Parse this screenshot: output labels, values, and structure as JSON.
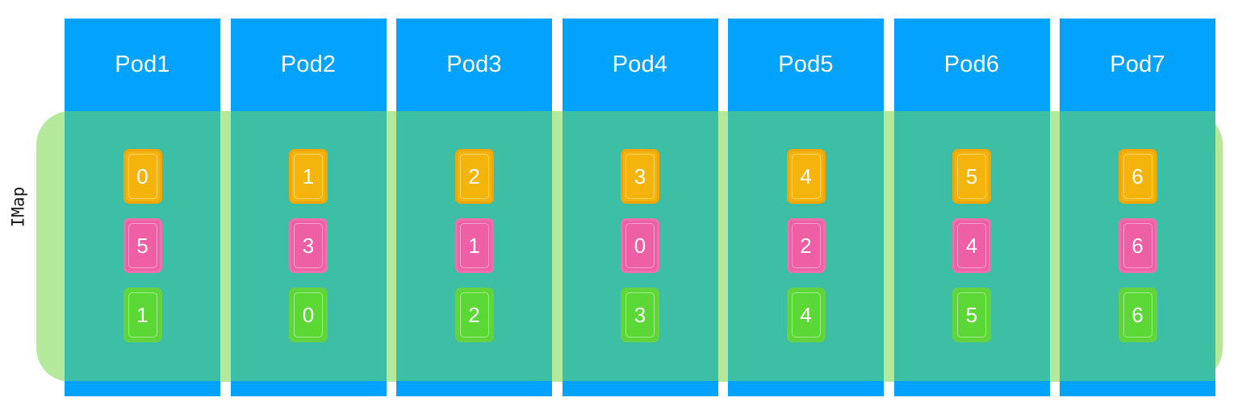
{
  "diagram": {
    "axis_label": "IMap",
    "band_color": "#b4e89b",
    "column_body_color": "#3cbfa4",
    "header_color": "#02a2fd",
    "card_colors": {
      "row_a": "#f5b40b",
      "row_b": "#ee5fa6",
      "row_c": "#5cd836"
    },
    "row_keys": [
      "row_a",
      "row_b",
      "row_c"
    ],
    "pods": [
      {
        "label": "Pod1",
        "cards": [
          {
            "value": "0",
            "kind": "kind-a"
          },
          {
            "value": "5",
            "kind": "kind-b"
          },
          {
            "value": "1",
            "kind": "kind-c"
          }
        ]
      },
      {
        "label": "Pod2",
        "cards": [
          {
            "value": "1",
            "kind": "kind-a"
          },
          {
            "value": "3",
            "kind": "kind-b"
          },
          {
            "value": "0",
            "kind": "kind-c"
          }
        ]
      },
      {
        "label": "Pod3",
        "cards": [
          {
            "value": "2",
            "kind": "kind-a"
          },
          {
            "value": "1",
            "kind": "kind-b"
          },
          {
            "value": "2",
            "kind": "kind-c"
          }
        ]
      },
      {
        "label": "Pod4",
        "cards": [
          {
            "value": "3",
            "kind": "kind-a"
          },
          {
            "value": "0",
            "kind": "kind-b"
          },
          {
            "value": "3",
            "kind": "kind-c"
          }
        ]
      },
      {
        "label": "Pod5",
        "cards": [
          {
            "value": "4",
            "kind": "kind-a"
          },
          {
            "value": "2",
            "kind": "kind-b"
          },
          {
            "value": "4",
            "kind": "kind-c"
          }
        ]
      },
      {
        "label": "Pod6",
        "cards": [
          {
            "value": "5",
            "kind": "kind-a"
          },
          {
            "value": "4",
            "kind": "kind-b"
          },
          {
            "value": "5",
            "kind": "kind-c"
          }
        ]
      },
      {
        "label": "Pod7",
        "cards": [
          {
            "value": "6",
            "kind": "kind-a"
          },
          {
            "value": "6",
            "kind": "kind-b"
          },
          {
            "value": "6",
            "kind": "kind-c"
          }
        ]
      }
    ]
  }
}
